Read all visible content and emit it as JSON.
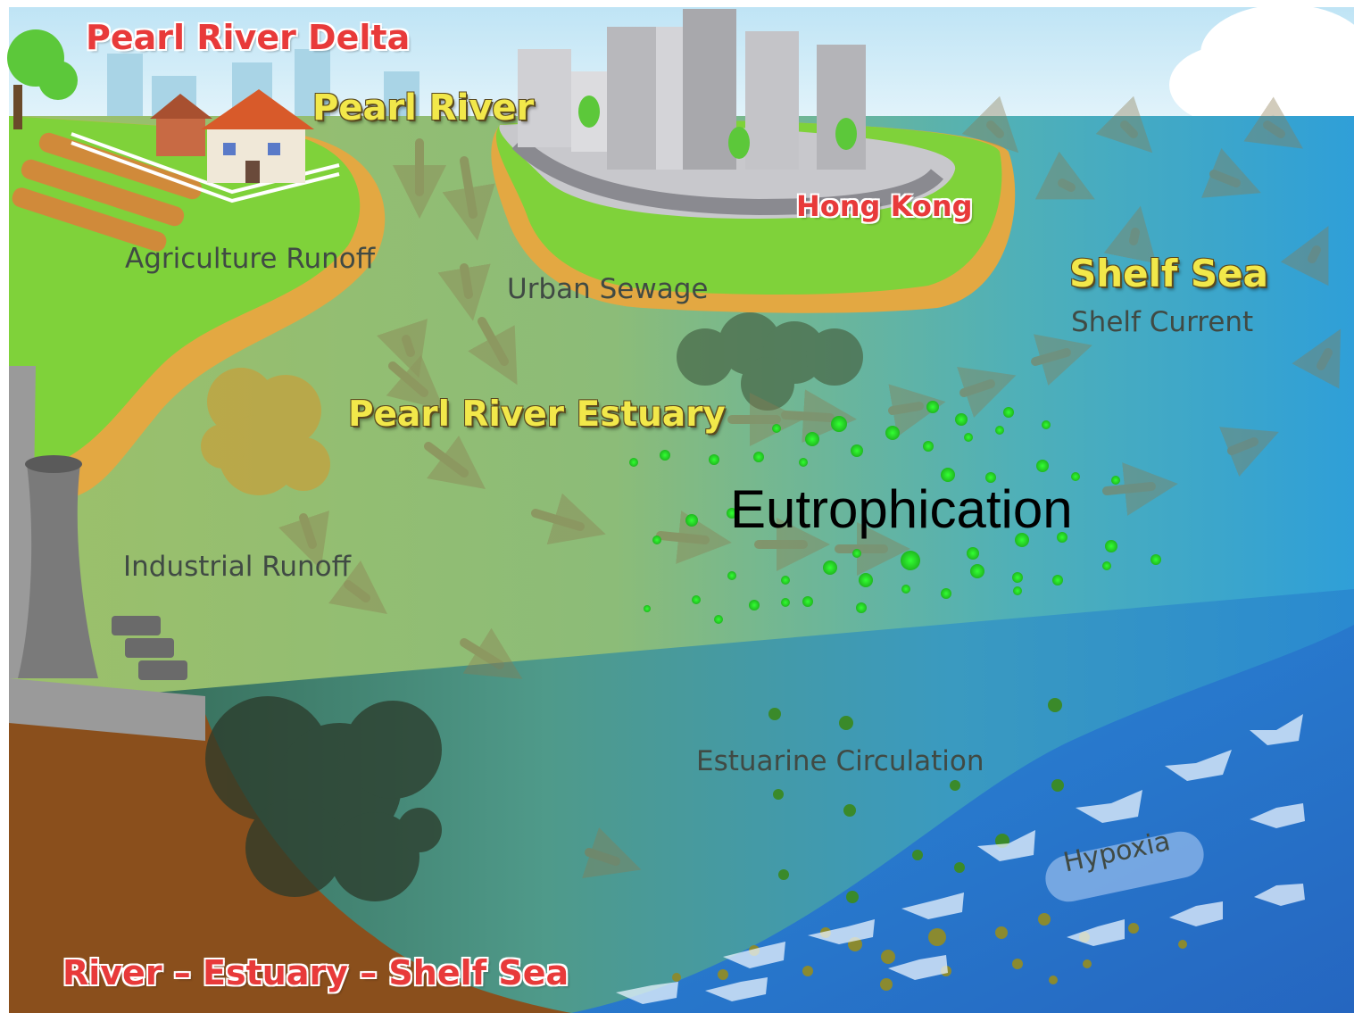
{
  "labels": {
    "pearl_river_delta": "Pearl River Delta",
    "pearl_river": "Pearl River",
    "hong_kong": "Hong Kong",
    "agriculture_runoff": "Agriculture Runoff",
    "urban_sewage": "Urban Sewage",
    "shelf_sea": "Shelf Sea",
    "shelf_current": "Shelf Current",
    "pearl_river_estuary": "Pearl River Estuary",
    "eutrophication": "Eutrophication",
    "industrial_runoff": "Industrial Runoff",
    "estuarine_circulation": "Estuarine Circulation",
    "hypoxia": "Hypoxia",
    "footer": "River – Estuary – Shelf Sea"
  },
  "icons": [
    "tree-icon",
    "farmhouse-icon",
    "fence-icon",
    "farm-field-icon",
    "skyscraper-icon",
    "factory-chimney-icon",
    "outfall-pipe-icon",
    "pollution-cloud-icon",
    "algae-bloom-icon",
    "current-arrow-icon",
    "sediment-particle-icon"
  ],
  "colors": {
    "sky": "#cfeaf7",
    "land_green": "#7fd23a",
    "estuary_water": "#8ab86e",
    "shelf_water": "#3aa8d8",
    "deep_water": "#2b7fd0",
    "sediment": "#8a4f1c",
    "algae": "#2ee02a",
    "red_label": "#e83a3a",
    "yellow_label": "#f2e84a"
  }
}
